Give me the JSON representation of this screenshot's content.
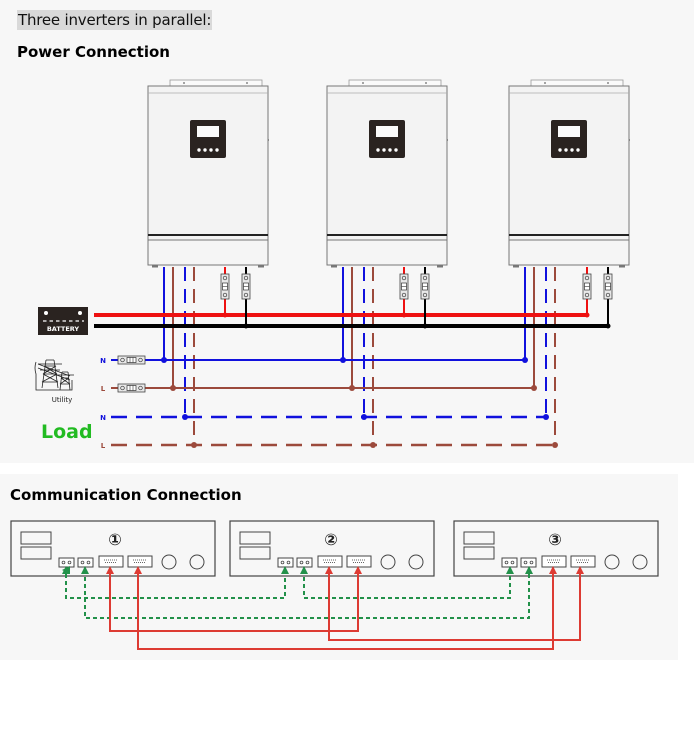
{
  "intro_text": "Three inverters in parallel:",
  "power_section": {
    "title": "Power Connection",
    "battery_label": "BATTERY",
    "utility_label": "Utility",
    "utility_n_label": "N",
    "utility_l_label": "L",
    "load_label": "Load",
    "load_n_label": "N",
    "load_l_label": "L",
    "inverters": [
      {
        "id": "inverter-1"
      },
      {
        "id": "inverter-2"
      },
      {
        "id": "inverter-3"
      }
    ]
  },
  "comm_section": {
    "title": "Communication Connection",
    "units": [
      {
        "number": "①"
      },
      {
        "number": "②"
      },
      {
        "number": "③"
      }
    ]
  },
  "colors": {
    "battery_positive": "#ee1111",
    "battery_negative": "#000000",
    "neutral": "#1111dd",
    "line": "#9c4a3c",
    "load_text": "#22bb22",
    "comm_current_share": "#22914a",
    "comm_parallel": "#dd3b33"
  }
}
